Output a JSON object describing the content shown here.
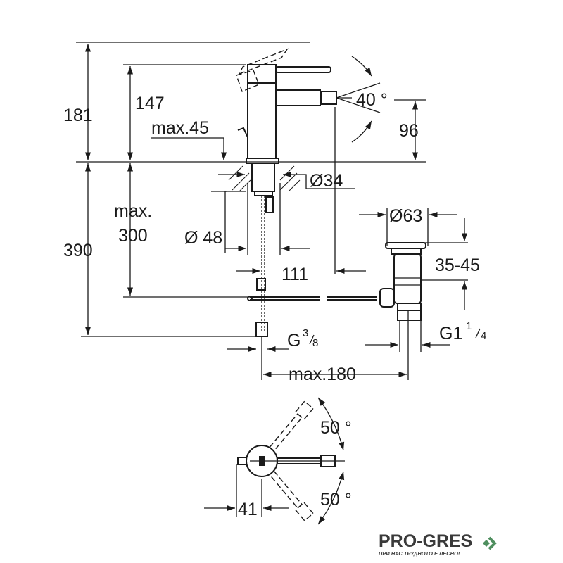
{
  "dimensions": {
    "total_height": "181",
    "spout_height": "147",
    "max_deck": "max.45",
    "spout_angle": "40 °",
    "spout_to_deck": "96",
    "hole_diameter": "Ø34",
    "base_diameter": "Ø 48",
    "below_deck_label": "max.",
    "below_deck_value": "300",
    "below_deck_total": "390",
    "drain_diameter": "Ø63",
    "drain_range": "35-45",
    "spout_reach": "111",
    "inlet_thread": "G",
    "inlet_thread_num": "3",
    "inlet_thread_den": "8",
    "drain_thread": "G1",
    "drain_thread_num": "1",
    "drain_thread_den": "4",
    "max_distance": "max.180",
    "lever_angle_top": "50 °",
    "lever_angle_bottom": "50 °",
    "plan_offset": "41"
  },
  "logo": {
    "brand": "PRO-GRES",
    "tagline": "ПРИ НАС ТРУДНОТО Е ЛЕСНО!",
    "accent_color": "#4f8f5f"
  }
}
